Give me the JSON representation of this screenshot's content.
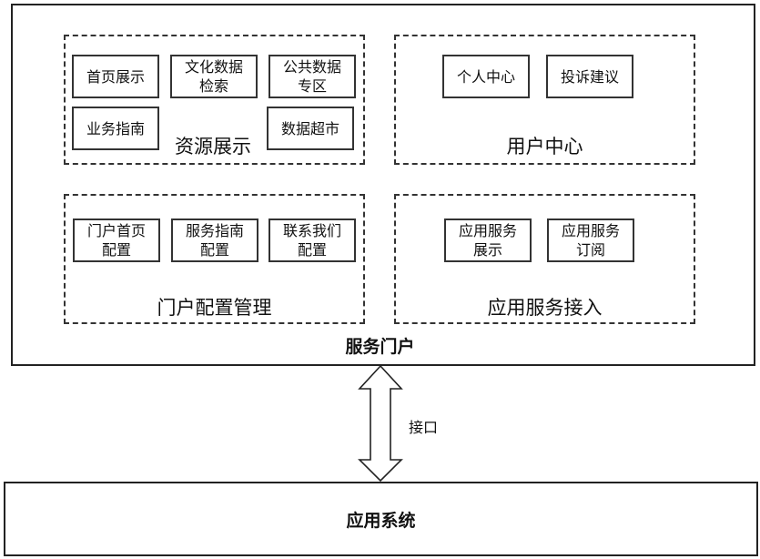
{
  "portal": {
    "title": "服务门户",
    "groups": [
      {
        "name": "资源展示",
        "modules": [
          "首页展示",
          "文化数据\n检索",
          "公共数据\n专区",
          "业务指南",
          "数据超市"
        ]
      },
      {
        "name": "用户中心",
        "modules": [
          "个人中心",
          "投诉建议"
        ]
      },
      {
        "name": "门户配置管理",
        "modules": [
          "门户首页\n配置",
          "服务指南\n配置",
          "联系我们\n配置"
        ]
      },
      {
        "name": "应用服务接入",
        "modules": [
          "应用服务\n展示",
          "应用服务\n订阅"
        ]
      }
    ]
  },
  "connector": {
    "label": "接口",
    "type": "bidirectional-arrow"
  },
  "system": {
    "title": "应用系统"
  }
}
